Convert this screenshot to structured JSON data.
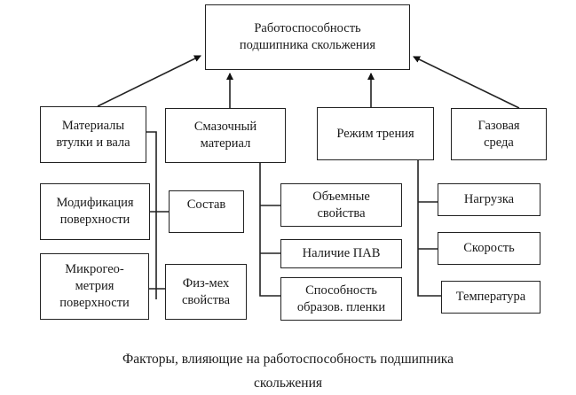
{
  "diagram": {
    "root": {
      "lines": [
        "Работоспособность",
        "подшипника скольжения"
      ]
    },
    "categories": [
      {
        "id": "materials",
        "lines": [
          "Материалы",
          "втулки и вала"
        ],
        "children": [
          {
            "lines": [
              "Модификация",
              "поверхности"
            ]
          },
          {
            "lines": [
              "Микрогео-",
              "метрия",
              "поверхности"
            ]
          }
        ]
      },
      {
        "id": "lubricant",
        "lines": [
          "Смазочный",
          "материал"
        ],
        "children": [
          {
            "lines": [
              "Объемные",
              "свойства"
            ]
          },
          {
            "lines": [
              "Наличие ПАВ"
            ]
          },
          {
            "lines": [
              "Способность",
              "образов. пленки"
            ]
          }
        ]
      },
      {
        "id": "friction",
        "lines": [
          "Режим трения"
        ],
        "children": [
          {
            "lines": [
              "Нагрузка"
            ]
          },
          {
            "lines": [
              "Скорость"
            ]
          },
          {
            "lines": [
              "Температура"
            ]
          }
        ]
      },
      {
        "id": "gas",
        "lines": [
          "Газовая",
          "среда"
        ],
        "children": []
      }
    ],
    "materials_subgroup": [
      {
        "lines": [
          "Состав"
        ]
      },
      {
        "lines": [
          "Физ-мех",
          "свойства"
        ]
      }
    ]
  },
  "caption": {
    "line1": "Факторы, влияющие на работоспособность подшипника",
    "line2": "скольжения"
  },
  "colors": {
    "line": "#222222",
    "background": "#ffffff"
  }
}
